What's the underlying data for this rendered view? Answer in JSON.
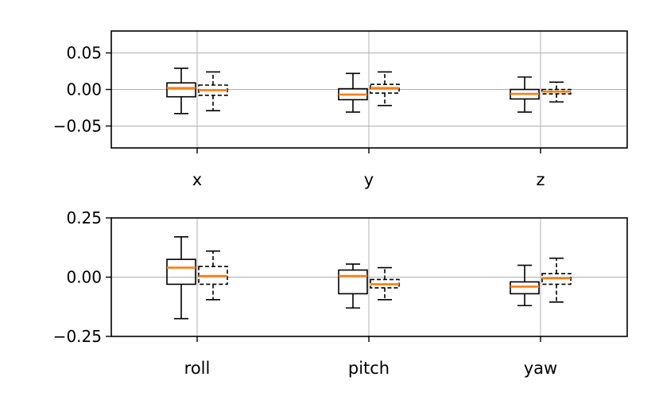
{
  "chart_data": [
    {
      "type": "box",
      "categories": [
        "x",
        "y",
        "z"
      ],
      "ylim": [
        -0.08,
        0.08
      ],
      "yticks": [
        0.05,
        0.0,
        -0.05
      ],
      "ytick_labels": [
        "0.05",
        "0.00",
        "−0.05"
      ],
      "grid": true,
      "series": [
        {
          "style": "solid",
          "boxes": [
            {
              "whislo": -0.033,
              "q1": -0.01,
              "med": 0.002,
              "q3": 0.009,
              "whishi": 0.029
            },
            {
              "whislo": -0.031,
              "q1": -0.014,
              "med": -0.007,
              "q3": 0.001,
              "whishi": 0.022
            },
            {
              "whislo": -0.031,
              "q1": -0.013,
              "med": -0.006,
              "q3": 0.0,
              "whishi": 0.017
            }
          ]
        },
        {
          "style": "dashed",
          "boxes": [
            {
              "whislo": -0.029,
              "q1": -0.008,
              "med": -0.001,
              "q3": 0.006,
              "whishi": 0.024
            },
            {
              "whislo": -0.022,
              "q1": -0.005,
              "med": 0.002,
              "q3": 0.007,
              "whishi": 0.024
            },
            {
              "whislo": -0.017,
              "q1": -0.006,
              "med": -0.003,
              "q3": 0.0,
              "whishi": 0.01
            }
          ]
        }
      ]
    },
    {
      "type": "box",
      "categories": [
        "roll",
        "pitch",
        "yaw"
      ],
      "ylim": [
        -0.25,
        0.25
      ],
      "yticks": [
        0.25,
        0.0,
        -0.25
      ],
      "ytick_labels": [
        "0.25",
        "0.00",
        "−0.25"
      ],
      "grid": true,
      "series": [
        {
          "style": "solid",
          "boxes": [
            {
              "whislo": -0.175,
              "q1": -0.03,
              "med": 0.04,
              "q3": 0.075,
              "whishi": 0.17
            },
            {
              "whislo": -0.13,
              "q1": -0.07,
              "med": 0.005,
              "q3": 0.03,
              "whishi": 0.055
            },
            {
              "whislo": -0.12,
              "q1": -0.07,
              "med": -0.04,
              "q3": -0.02,
              "whishi": 0.05
            }
          ]
        },
        {
          "style": "dashed",
          "boxes": [
            {
              "whislo": -0.095,
              "q1": -0.03,
              "med": 0.005,
              "q3": 0.045,
              "whishi": 0.11
            },
            {
              "whislo": -0.095,
              "q1": -0.045,
              "med": -0.03,
              "q3": -0.01,
              "whishi": 0.04
            },
            {
              "whislo": -0.105,
              "q1": -0.03,
              "med": -0.005,
              "q3": 0.015,
              "whishi": 0.08
            }
          ]
        }
      ]
    }
  ],
  "colors": {
    "median": "#ff7f0e",
    "box": "#000000",
    "grid": "#b0b0b0"
  }
}
